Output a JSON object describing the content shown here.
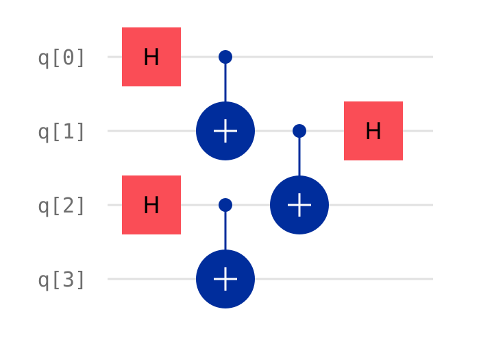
{
  "qubits": [
    "q[0]",
    "q[1]",
    "q[2]",
    "q[3]"
  ],
  "gates": [
    {
      "type": "H",
      "label": "H",
      "qubit": 0,
      "step": 0
    },
    {
      "type": "H",
      "label": "H",
      "qubit": 2,
      "step": 0
    },
    {
      "type": "CX",
      "control": 0,
      "target": 1,
      "step": 1
    },
    {
      "type": "CX",
      "control": 2,
      "target": 3,
      "step": 1
    },
    {
      "type": "CX",
      "control": 1,
      "target": 2,
      "step": 2
    },
    {
      "type": "H",
      "label": "H",
      "qubit": 1,
      "step": 3
    }
  ],
  "colors": {
    "h_gate": "#fa4d56",
    "cx_gate": "#002d9c",
    "wire": "#e1e1e1",
    "label": "#6e6e6e"
  }
}
